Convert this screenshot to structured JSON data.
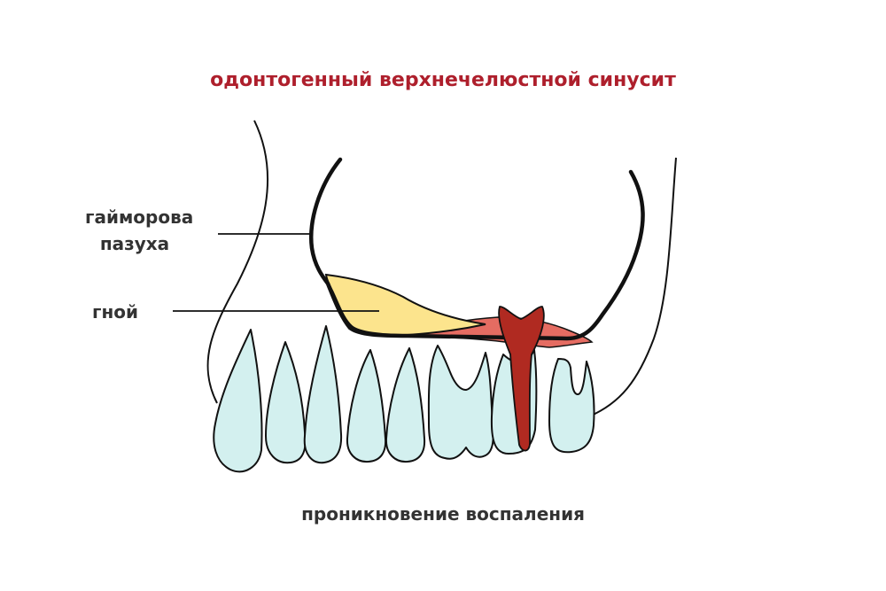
{
  "title": "одонтогенный верхнечелюстной синусит",
  "labels": {
    "sinus_line1": "гайморова",
    "sinus_line2": "пазуха",
    "pus": "гной",
    "bottom": "проникновение воспаления"
  },
  "colors": {
    "title": "#ae1f2c",
    "text": "#333333",
    "tooth": "#d3f0ef",
    "pus": "#fce48d",
    "inflammation": "#e56c62",
    "root_infection": "#b02a21",
    "outline": "#111111"
  }
}
